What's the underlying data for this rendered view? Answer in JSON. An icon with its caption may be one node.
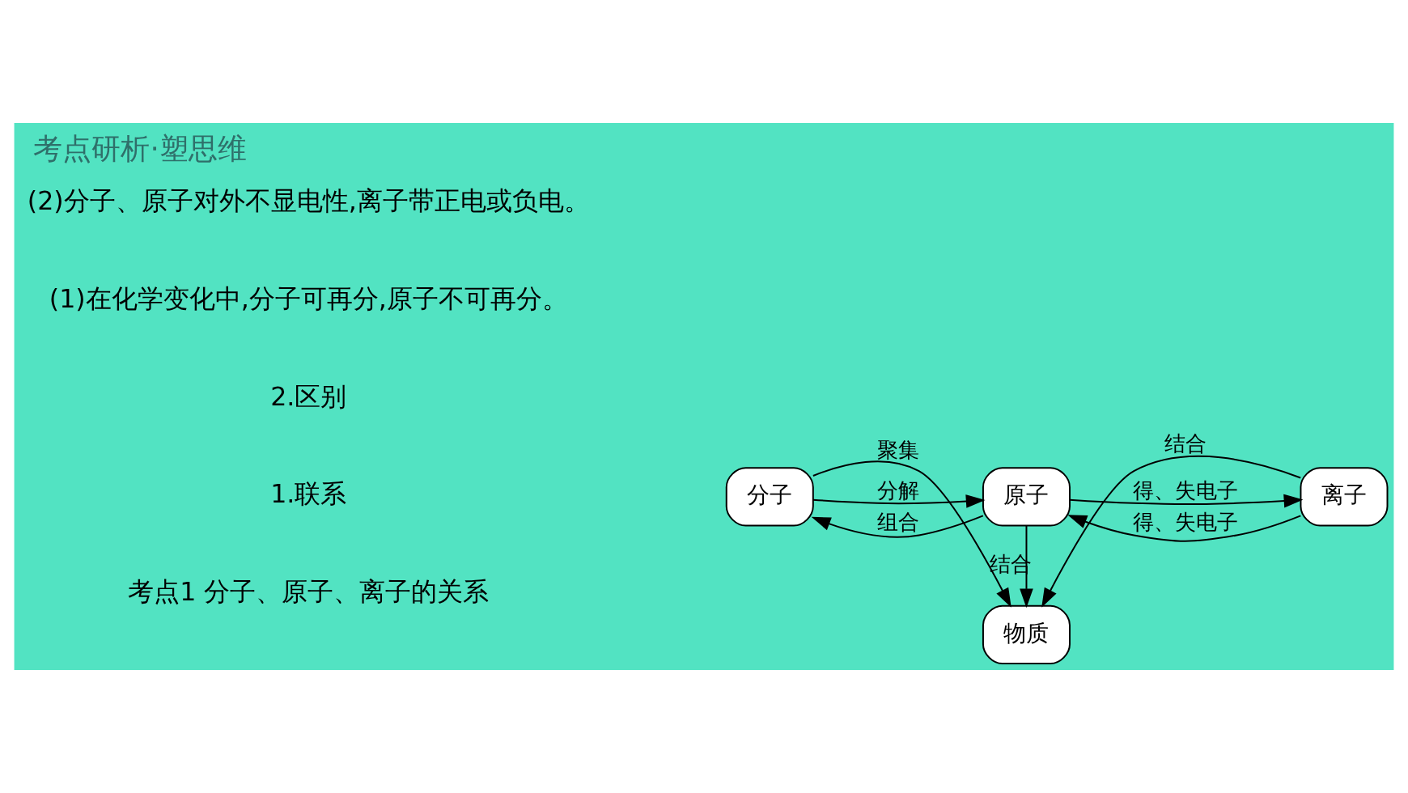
{
  "diagram": {
    "title": "考点研析·塑思维",
    "nodes": [
      {
        "text": [
          "物质"
        ]
      },
      {
        "text": [
          "分子"
        ]
      },
      {
        "text": [
          "原子"
        ]
      },
      {
        "text": [
          "离子"
        ]
      }
    ],
    "edges": [
      {
        "from": 1,
        "to": 0,
        "arrow": "to",
        "label": "聚集"
      },
      {
        "from": 2,
        "to": 0,
        "arrow": "to",
        "label": "结合"
      },
      {
        "from": 3,
        "to": 0,
        "arrow": "to",
        "label": "结合"
      },
      {
        "from": 1,
        "to": 2,
        "arrow": "to",
        "label": "分解"
      },
      {
        "from": 2,
        "to": 1,
        "arrow": "to",
        "label": "组合"
      },
      {
        "from": 2,
        "to": 3,
        "arrow": "to",
        "label": "得、失电子"
      },
      {
        "from": 3,
        "to": 2,
        "arrow": "to",
        "label": "得、失电子"
      }
    ],
    "labels": [
      "考点1 分子、原子、离子的关系",
      "1.联系",
      "2.区别",
      "(1)在化学变化中,分子可再分,原子不可再分。",
      "(2)分子、原子对外不显电性,离子带正电或负电。"
    ]
  }
}
